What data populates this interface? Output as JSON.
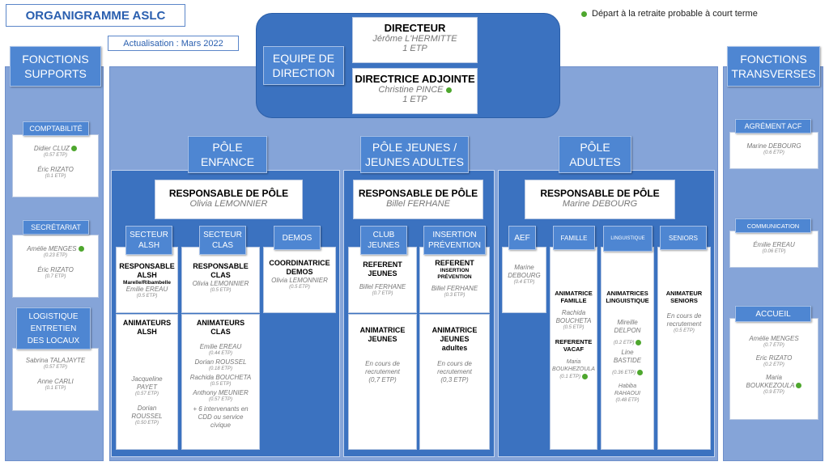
{
  "header": {
    "title": "ORGANIGRAMME ASLC",
    "update": "Actualisation : Mars 2022",
    "legend": "Départ à la retraite probable à court terme",
    "legend_color": "#4EA72E"
  },
  "direction": {
    "label1": "EQUIPE DE",
    "label2": "DIRECTION",
    "director": {
      "role": "DIRECTEUR",
      "name": "Jérôme L'HERMITTE",
      "etp": "1 ETP"
    },
    "deputy": {
      "role": "DIRECTRICE ADJOINTE",
      "name": "Christine PINCE",
      "etp": "1 ETP"
    }
  },
  "supports": {
    "title1": "FONCTIONS",
    "title2": "SUPPORTS",
    "compta": {
      "label": "COMPTABILITÉ",
      "p1": "Didier CLUZ",
      "e1": "(0.57 ETP)",
      "p2": "Éric RIZATO",
      "e2": "(0.1 ETP)"
    },
    "secret": {
      "label": "SECRÉTARIAT",
      "p1": "Amélie MENGES",
      "e1": "(0.23 ETP)",
      "p2": "Éric RIZATO",
      "e2": "(0.7 ETP)"
    },
    "logis": {
      "label1": "LOGISTIQUE",
      "label2": "ENTRETIEN",
      "label3": "DES LOCAUX",
      "p1": "Sabrina TALAJAYTE",
      "e1": "(0.57 ETP)",
      "p2": "Anne CARLI",
      "e2": "(0.1 ETP)"
    }
  },
  "transverses": {
    "title1": "FONCTIONS",
    "title2": "TRANSVERSES",
    "agrement": {
      "label": "AGRÉMENT ACF",
      "p1": "Marine DEBOURG",
      "e1": "(0.6 ETP)"
    },
    "comm": {
      "label": "COMMUNICATION",
      "p1": "Émilie EREAU",
      "e1": "(0.06 ETP)"
    },
    "accueil": {
      "label": "ACCUEIL",
      "p1": "Amélie MENGES",
      "e1": "(0.7 ETP)",
      "p2": "Eric RIZATO",
      "e2": "(0.2 ETP)",
      "p3": "Maria",
      "p3b": "BOUKKEZOULA",
      "e3": "(0.9 ETP)"
    }
  },
  "enfance": {
    "title1": "PÔLE",
    "title2": "ENFANCE",
    "resp": "RESPONSABLE DE PÔLE",
    "resp_name": "Olivia LEMONNIER",
    "alsh": {
      "t1": "SECTEUR",
      "t2": "ALSH",
      "r1": "RESPONSABLE",
      "r2": "ALSH",
      "r3": "Marelle/Ribambelle",
      "rn": "Emilie EREAU",
      "re": "(0.5 ETP)",
      "a1": "ANIMATEURS",
      "a2": "ALSH",
      "p1": "Jacqueline",
      "p1b": "PAYET",
      "e1": "(0.57 ETP)",
      "p2": "Dorian",
      "p2b": "ROUSSEL",
      "e2": "(0.50 ETP)"
    },
    "clas": {
      "t1": "SECTEUR",
      "t2": "CLAS",
      "r1": "RESPONSABLE",
      "r2": "CLAS",
      "rn": "Olivia LEMONNIER",
      "re": "(0.5 ETP)",
      "a1": "ANIMATEURS",
      "a2": "CLAS",
      "p1": "Emilie EREAU",
      "e1": "(0.44 ETP)",
      "p2": "Dorian ROUSSEL",
      "e2": "(0.18 ETP)",
      "p3": "Rachida BOUCHETA",
      "e3": "(0.5 ETP)",
      "p4": "Anthony MEUNIER",
      "e4": "(0.57 ETP)",
      "extra1": "+ 6 intervenants en",
      "extra2": "CDD ou service",
      "extra3": "civique"
    },
    "demos": {
      "t1": "DEMOS",
      "r1": "COORDINATRICE",
      "r2": "DEMOS",
      "rn": "Olivia LEMONNIER",
      "re": "(0.5 ETP)"
    }
  },
  "jeunes": {
    "title1": "PÔLE JEUNES /",
    "title2": "JEUNES ADULTES",
    "resp": "RESPONSABLE DE PÔLE",
    "resp_name": "Billel FERHANE",
    "club": {
      "t1": "CLUB",
      "t2": "JEUNES",
      "r1": "REFERENT",
      "r2": "JEUNES",
      "rn": "Billel FERHANE",
      "re": "(0.7 ETP)",
      "a1": "ANIMATRICE",
      "a2": "JEUNES",
      "s1": "En cours de",
      "s2": "recrutement",
      "se": "(0,7 ETP)"
    },
    "insertion": {
      "t1": "INSERTION",
      "t2": "PRÉVENTION",
      "r1": "REFERENT",
      "r2": "INSERTION",
      "r3": "PRÉVENTION",
      "rn": "Billel FERHANE",
      "re": "(0.3 ETP)",
      "a1": "ANIMATRICE",
      "a2": "JEUNES",
      "a3": "adultes",
      "s1": "En cours de",
      "s2": "recrutement",
      "se": "(0,3 ETP)"
    }
  },
  "adultes": {
    "title1": "PÔLE",
    "title2": "ADULTES",
    "resp": "RESPONSABLE DE PÔLE",
    "resp_name": "Marine DEBOURG",
    "aef": {
      "t1": "AEF",
      "p1": "Marine",
      "p1b": "DEBOURG",
      "e1": "(0.4 ETP)"
    },
    "famille": {
      "t1": "FAMILLE",
      "a1": "ANIMATRICE",
      "a2": "FAMILLE",
      "p1": "Rachida",
      "p1b": "BOUCHETA",
      "e1": "(0.5 ETP)",
      "r1": "REFERENTE",
      "r2": "VACAF",
      "p2": "Maria",
      "p2b": "BOUKHEZOULA",
      "e2": "(0.1 ETP)"
    },
    "ling": {
      "t1": "LINGUISTIQUE",
      "a1": "ANIMATRICES",
      "a2": "LINGUISTIQUE",
      "p1": "Mireille",
      "p1b": "DELPON",
      "e1": "(0.2 ETP)",
      "p2": "Line",
      "p2b": "BASTIDE",
      "e2": "(0.36 ETP)",
      "p3": "Habiba",
      "p3b": "RAHAOUI",
      "e3": "(0.48 ETP)"
    },
    "seniors": {
      "t1": "SENIORS",
      "a1": "ANIMATEUR",
      "a2": "SENIORS",
      "s1": "En cours de",
      "s2": "recrutement",
      "se": "(0.5 ETP)"
    }
  }
}
